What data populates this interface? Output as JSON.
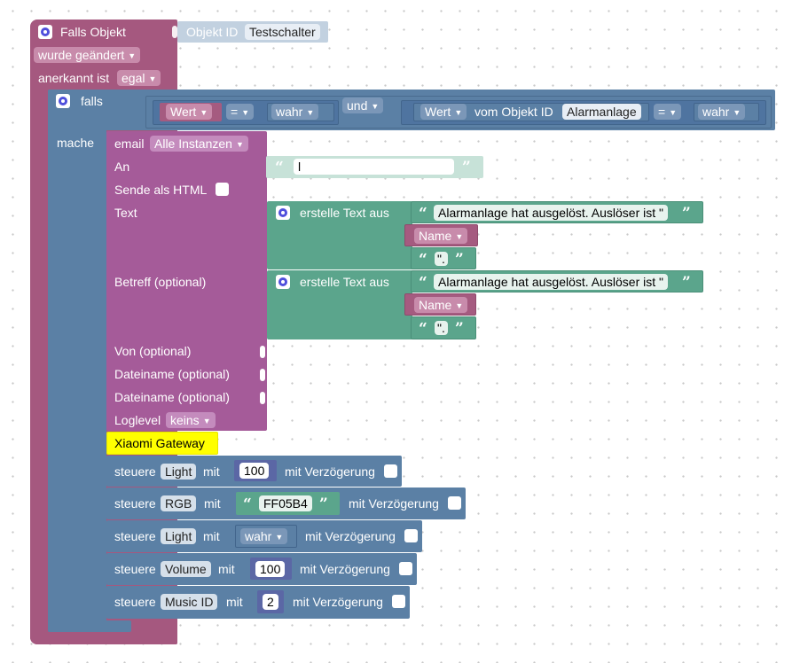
{
  "trigger": {
    "label": "Falls Objekt",
    "object_id_label": "Objekt ID",
    "object_id_value": "Testschalter",
    "changed_option": "wurde geändert",
    "ack_label": "anerkannt ist",
    "ack_option": "egal"
  },
  "if_block": {
    "label": "falls",
    "do_label": "mache",
    "cond_left": {
      "field": "Wert",
      "op": "=",
      "value": "wahr"
    },
    "logic_op": "und",
    "cond_right": {
      "field": "Wert",
      "from_label": "vom Objekt ID",
      "object_id": "Alarmanlage",
      "op": "=",
      "value": "wahr"
    }
  },
  "email": {
    "label": "email",
    "instance_option": "Alle Instanzen",
    "to_label": "An",
    "to_value": "l",
    "html_label": "Sende als HTML",
    "text_label": "Text",
    "subject_label": "Betreff (optional)",
    "from_label": "Von (optional)",
    "file1_label": "Dateiname (optional)",
    "file2_label": "Dateiname (optional)",
    "loglevel_label": "Loglevel",
    "loglevel_option": "keins"
  },
  "text_join": {
    "label": "erstelle Text aus",
    "part1": "Alarmanlage hat ausgelöst. Auslöser ist \"",
    "part2": "Name",
    "part3": "\"."
  },
  "subject_join": {
    "label": "erstelle Text aus",
    "part1": "Alarmanlage hat ausgelöst. Auslöser ist \"",
    "part2": "Name",
    "part3": "\"."
  },
  "comment": "Xiaomi Gateway",
  "controls": [
    {
      "verb": "steuere",
      "target": "Light",
      "with": "mit",
      "value": "100",
      "delay": "mit Verzögerung"
    },
    {
      "verb": "steuere",
      "target": "RGB",
      "with": "mit",
      "value": "FF05B4",
      "delay": "mit Verzögerung"
    },
    {
      "verb": "steuere",
      "target": "Light",
      "with": "mit",
      "value": "wahr",
      "delay": "mit Verzögerung"
    },
    {
      "verb": "steuere",
      "target": "Volume",
      "with": "mit",
      "value": "100",
      "delay": "mit Verzögerung"
    },
    {
      "verb": "steuere",
      "target": "Music ID",
      "with": "mit",
      "value": "2",
      "delay": "mit Verzögerung"
    }
  ],
  "colors": {
    "trigger": "#a5587f",
    "logic": "#5b80a5",
    "logic_field": "#4f74a0",
    "email": "#a55b99",
    "text": "#5ba58c",
    "comment": "#ffff00",
    "object_id_faded": "#c2d1e0"
  }
}
